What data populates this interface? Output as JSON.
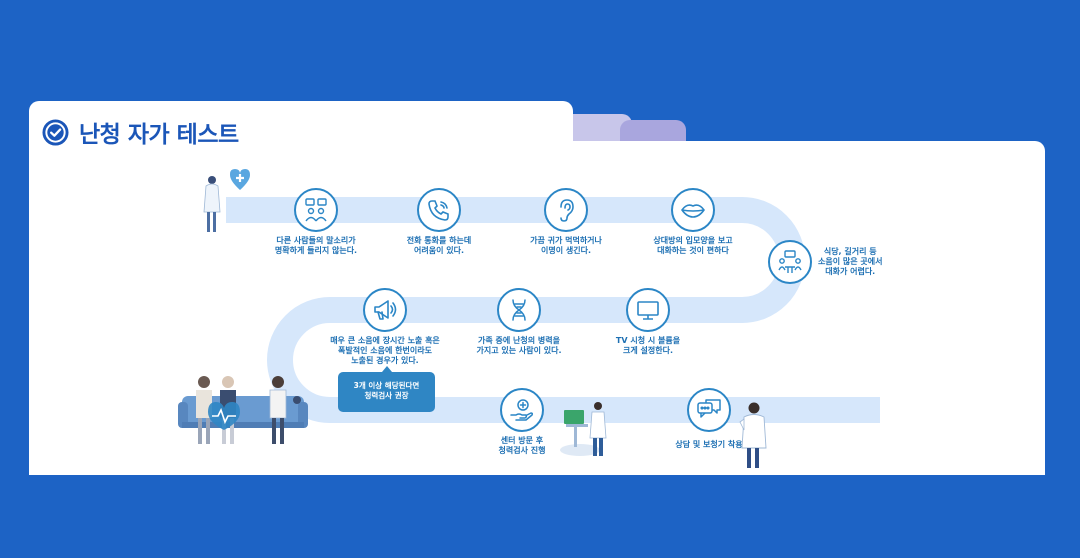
{
  "header": {
    "title": "난청 자가 테스트"
  },
  "steps": [
    {
      "text": "다른 사람들의 말소리가\n명확하게 들리지 않는다.",
      "icon": "people-question-icon"
    },
    {
      "text": "전화 통화를 하는데\n어려움이 있다.",
      "icon": "phone-icon"
    },
    {
      "text": "가끔 귀가 먹먹하거나\n이명이 생긴다.",
      "icon": "ear-icon"
    },
    {
      "text": "상대방의 입모양을 보고\n대화하는 것이 편하다",
      "icon": "lips-icon"
    },
    {
      "text": "식당, 길거리 등\n소음이 많은 곳에서\n대화가 어렵다.",
      "icon": "restaurant-chat-icon"
    },
    {
      "text": "TV 시청 시 볼륨을\n크게 설정한다.",
      "icon": "tv-icon"
    },
    {
      "text": "가족 중에 난청의 병력을\n가지고 있는 사람이 있다.",
      "icon": "dna-icon"
    },
    {
      "text": "매우 큰 소음에 장시간 노출 혹은\n폭발적인 소음에 한번이라도\n노출된 경우가 있다.",
      "icon": "megaphone-icon"
    },
    {
      "text": "센터 방문 후\n청력검사 진행",
      "icon": "medical-hand-icon"
    },
    {
      "text": "상담 및 보청기 착용",
      "icon": "chat-bubbles-icon"
    }
  ],
  "callout": {
    "text": "3개 이상 해당된다면\n청력검사 권장"
  },
  "colors": {
    "background": "#1d63c5",
    "accent": "#2b86c6",
    "road": "#d6e7fb",
    "title": "#1b56b8"
  }
}
